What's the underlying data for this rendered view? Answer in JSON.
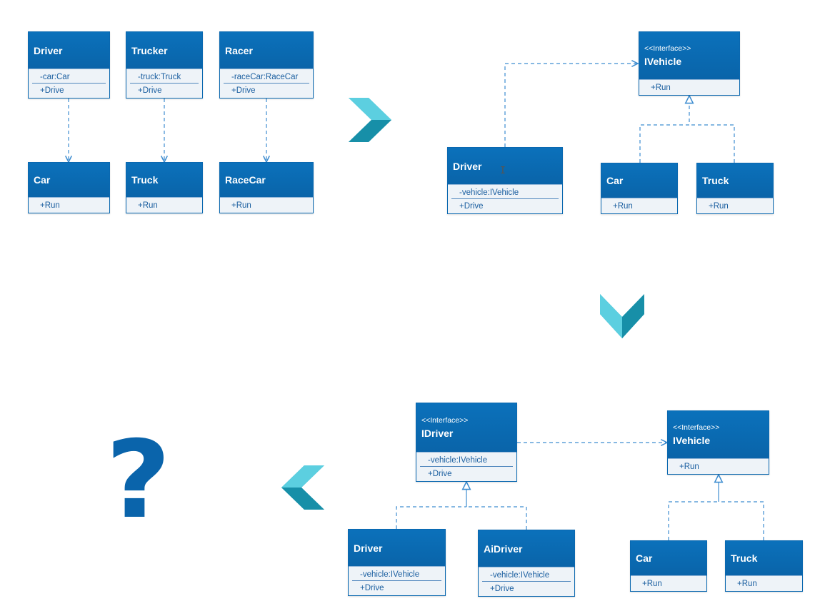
{
  "colors": {
    "class_header": "#0a6ab2",
    "class_body": "#eef3f8",
    "member_text": "#1b5fa0",
    "connector": "#3e8dd0",
    "chevron": "#2ab0c8",
    "question": "#0a64ab"
  },
  "stage1": {
    "driver": {
      "name": "Driver",
      "attr": "-car:Car",
      "method": "+Drive"
    },
    "trucker": {
      "name": "Trucker",
      "attr": "-truck:Truck",
      "method": "+Drive"
    },
    "racer": {
      "name": "Racer",
      "attr": "-raceCar:RaceCar",
      "method": "+Drive"
    },
    "car": {
      "name": "Car",
      "method": "+Run"
    },
    "truck": {
      "name": "Truck",
      "method": "+Run"
    },
    "racecar": {
      "name": "RaceCar",
      "method": "+Run"
    }
  },
  "stage2": {
    "ivehicle": {
      "stereotype": "<<Interface>>",
      "name": "IVehicle",
      "method": "+Run"
    },
    "driver": {
      "name": "Driver",
      "attr": "-vehicle:IVehicle",
      "method": "+Drive"
    },
    "car": {
      "name": "Car",
      "method": "+Run"
    },
    "truck": {
      "name": "Truck",
      "method": "+Run"
    }
  },
  "stage3": {
    "idriver": {
      "stereotype": "<<Interface>>",
      "name": "IDriver",
      "attr": "-vehicle:IVehicle",
      "method": "+Drive"
    },
    "ivehicle": {
      "stereotype": "<<Interface>>",
      "name": "IVehicle",
      "method": "+Run"
    },
    "driver": {
      "name": "Driver",
      "attr": "-vehicle:IVehicle",
      "method": "+Drive"
    },
    "aidriver": {
      "name": "AiDriver",
      "attr": "-vehicle:IVehicle",
      "method": "+Drive"
    },
    "car": {
      "name": "Car",
      "method": "+Run"
    },
    "truck": {
      "name": "Truck",
      "method": "+Run"
    }
  },
  "stage4": {
    "symbol": "?"
  },
  "icons": {
    "next_right": "chevron-right-icon",
    "next_down": "chevron-down-icon",
    "next_left": "chevron-left-icon",
    "cursor": "text-cursor-icon"
  }
}
